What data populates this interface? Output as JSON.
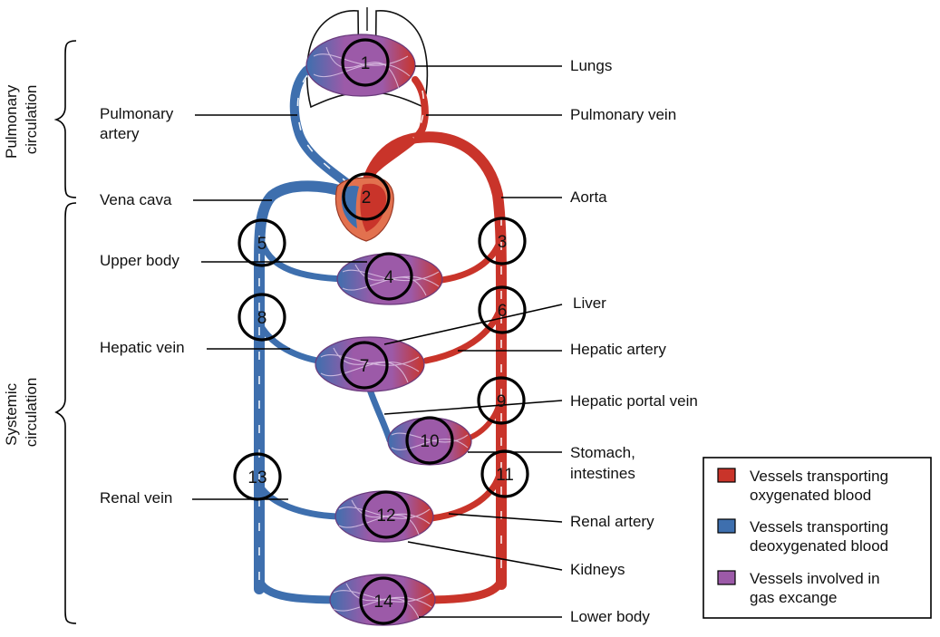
{
  "sections": {
    "pulmonary": [
      "Pulmonary",
      "circulation"
    ],
    "systemic": [
      "Systemic",
      "circulation"
    ]
  },
  "labels": {
    "lungs": "Lungs",
    "pulmonary_artery": [
      "Pulmonary",
      "artery"
    ],
    "pulmonary_vein": "Pulmonary vein",
    "vena_cava": "Vena cava",
    "aorta": "Aorta",
    "upper_body": "Upper body",
    "liver": "Liver",
    "hepatic_vein": "Hepatic vein",
    "hepatic_artery": "Hepatic artery",
    "hepatic_portal_vein": "Hepatic portal vein",
    "stomach_intestines": [
      "Stomach,",
      "intestines"
    ],
    "renal_vein": "Renal vein",
    "renal_artery": "Renal artery",
    "kidneys": "Kidneys",
    "lower_body": "Lower body"
  },
  "markers": [
    "1",
    "2",
    "3",
    "4",
    "5",
    "6",
    "7",
    "8",
    "9",
    "10",
    "11",
    "12",
    "13",
    "14"
  ],
  "legend": [
    {
      "lines": [
        "Vessels transporting",
        "oxygenated blood"
      ],
      "color": "#c9342a"
    },
    {
      "lines": [
        "Vessels transporting",
        "deoxygenated blood"
      ],
      "color": "#3e6fae"
    },
    {
      "lines": [
        "Vessels involved in",
        "gas excange"
      ],
      "color": "#9c5aa8"
    }
  ],
  "colors": {
    "oxygenated": "#c9342a",
    "deoxygenated": "#3e6fae",
    "capillary": "#9c5aa8",
    "heart": "#e2714f"
  }
}
